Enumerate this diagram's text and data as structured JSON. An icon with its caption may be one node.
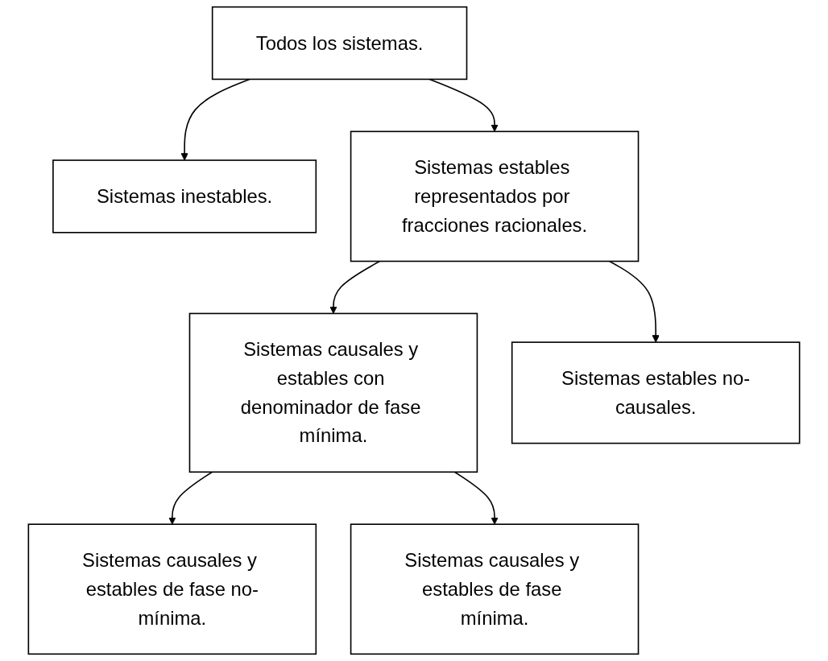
{
  "diagram": {
    "nodes": [
      {
        "text": [
          "Todos los sistemas."
        ]
      },
      {
        "text": [
          "Sistemas inestables."
        ]
      },
      {
        "text": [
          "Sistemas estables representados por fracciones racionales."
        ]
      },
      {
        "text": [
          "Sistemas causales y estables con denominador de fase mínima."
        ]
      },
      {
        "text": [
          "Sistemas estables no-causales."
        ]
      },
      {
        "text": [
          "Sistemas causales y estables de fase no-mínima."
        ]
      },
      {
        "text": [
          "Sistemas causales y estables de fase mínima."
        ]
      }
    ],
    "edges": [
      {
        "from": 0,
        "to": 1,
        "arrow": "to"
      },
      {
        "from": 0,
        "to": 2,
        "arrow": "to"
      },
      {
        "from": 2,
        "to": 3,
        "arrow": "to"
      },
      {
        "from": 2,
        "to": 4,
        "arrow": "to"
      },
      {
        "from": 3,
        "to": 5,
        "arrow": "to"
      },
      {
        "from": 3,
        "to": 6,
        "arrow": "to"
      }
    ]
  }
}
